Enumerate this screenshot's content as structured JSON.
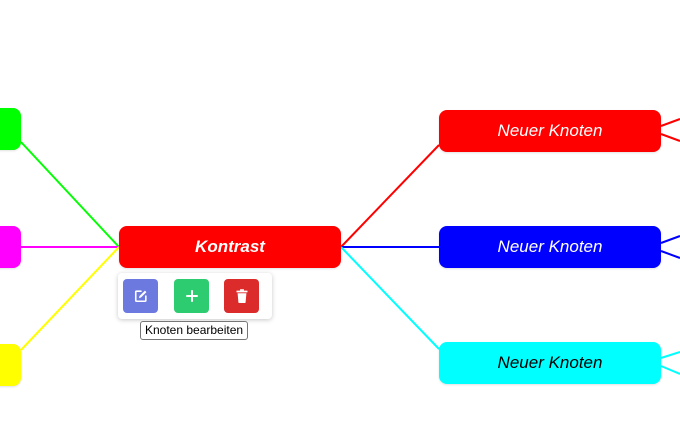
{
  "mindmap": {
    "center": {
      "label": "Kontrast",
      "bg": "#ff0000",
      "text_color": "#ffffff"
    },
    "right_nodes": [
      {
        "label": "Neuer Knoten",
        "bg": "#ff0000",
        "text_color": "#ffffff",
        "edge_color": "#ff0000"
      },
      {
        "label": "Neuer Knoten",
        "bg": "#0000ff",
        "text_color": "#ffffff",
        "edge_color": "#0000ff"
      },
      {
        "label": "Neuer Knoten",
        "bg": "#00ffff",
        "text_color": "#000000",
        "edge_color": "#00ffff"
      }
    ],
    "left_nodes": [
      {
        "label": "",
        "bg": "#00ff00",
        "edge_color": "#00ff00"
      },
      {
        "label": "",
        "bg": "#ff00ff",
        "edge_color": "#ff00ff"
      },
      {
        "label": "",
        "bg": "#ffff00",
        "edge_color": "#ffff00"
      }
    ]
  },
  "toolbar": {
    "buttons": [
      {
        "name": "edit",
        "icon": "edit-icon",
        "color": "#6c7ae0"
      },
      {
        "name": "add",
        "icon": "plus-icon",
        "color": "#2ecc71"
      },
      {
        "name": "delete",
        "icon": "trash-icon",
        "color": "#dc2b2b"
      }
    ],
    "tooltip": "Knoten bearbeiten"
  }
}
